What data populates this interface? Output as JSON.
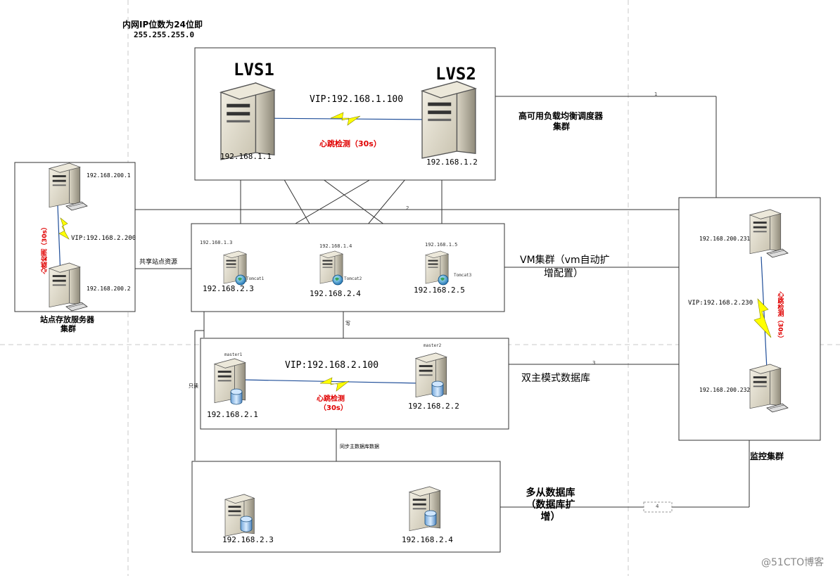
{
  "header": {
    "subnet_note": "内网IP位数为24位即",
    "subnet_mask": "255.255.255.0"
  },
  "lvs": {
    "lvs1_title": "LVS1",
    "lvs2_title": "LVS2",
    "vip": "VIP:192.168.1.100",
    "heartbeat": "心跳检测（30s）",
    "lvs1_ip": "192.168.1.1",
    "lvs2_ip": "192.168.1.2",
    "cluster_label_1": "高可用负载均衡调度器",
    "cluster_label_2": "集群"
  },
  "storage": {
    "server1_ip": "192.168.200.1",
    "server2_ip": "192.168.200.2",
    "vip": "VIP:192.168.2.200",
    "heartbeat": "心跳检测（30s）",
    "label_1": "站点存放服务器",
    "label_2": "集群",
    "share_label": "共享站点资源"
  },
  "vm": {
    "nodes": [
      {
        "top_ip": "192.168.1.3",
        "name": "Tomcat1",
        "ip": "192.168.2.3"
      },
      {
        "top_ip": "192.168.1.4",
        "name": "Tomcat2",
        "ip": "192.168.2.4"
      },
      {
        "top_ip": "192.168.1.5",
        "name": "Tomcat3",
        "ip": "192.168.2.5"
      }
    ],
    "label_1": "VM集群（vm自动扩",
    "label_2": "增配置）"
  },
  "db": {
    "master1_name": "master1",
    "master2_name": "master2",
    "vip": "VIP:192.168.2.100",
    "heartbeat_1": "心跳检测",
    "heartbeat_2": "（30s）",
    "master1_ip": "192.168.2.1",
    "master2_ip": "192.168.2.2",
    "label": "双主模式数据库",
    "write_label": "写",
    "read_label": "只读",
    "sync_label": "同步主数据库数据"
  },
  "slave": {
    "slave1_ip": "192.168.2.3",
    "slave2_ip": "192.168.2.4",
    "label_1": "多从数据库",
    "label_2": "（数据库扩",
    "label_3": "增）"
  },
  "monitor": {
    "server1_ip": "192.168.200.231",
    "server2_ip": "192.168.200.232",
    "vip": "VIP:192.168.2.230",
    "heartbeat": "心跳检测（30s）",
    "label": "监控集群"
  },
  "link_labels": {
    "l1": "1",
    "l2": "2",
    "l3": "3",
    "l4": "4"
  },
  "watermark": "@51CTO博客",
  "colors": {
    "lightning": "#ffff00",
    "heartbeat_text": "#e00000",
    "cable": "#1f4e99"
  }
}
